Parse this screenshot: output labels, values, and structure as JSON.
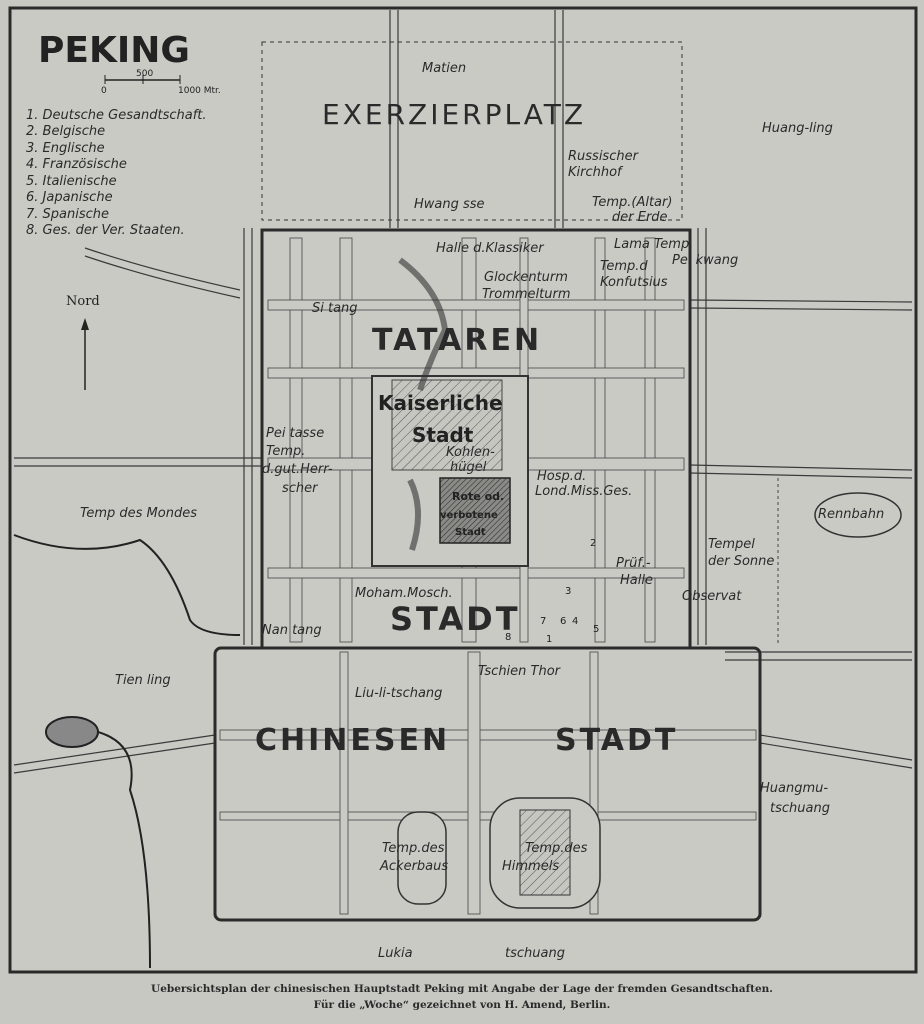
{
  "map": {
    "title": "PEKING",
    "scale": {
      "zero": "0",
      "mid": "500",
      "end": "1000 Mtr."
    },
    "north_label": "Nord",
    "legend": [
      "1. Deutsche Gesandtschaft.",
      "2. Belgische",
      "3. Englische",
      "4. Französische",
      "5. Italienische",
      "6. Japanische",
      "7. Spanische",
      "8. Ges. der Ver. Staaten."
    ],
    "labels": {
      "matien": "Matien",
      "exerzierplatz": "EXERZIERPLATZ",
      "huang_ling": "Huang-ling",
      "russischer": "Russischer",
      "kirchhof": "Kirchhof",
      "hwang_sse": "Hwang sse",
      "temp_altar": "Temp.(Altar)",
      "der_erde": "der Erde",
      "halle_klassiker": "Halle d.Klassiker",
      "lama_temp": "Lama Temp.",
      "pei_kwang": "Pei kwang",
      "temp_d": "Temp.d",
      "konfutsius": "Konfutsius",
      "glockenturm": "Glockenturm",
      "trommelturm": "Trommelturm",
      "si_tang": "Si tang",
      "tataren": "TATAREN",
      "kaiserliche": "Kaiserliche",
      "stadt_k": "Stadt",
      "peitasse": "Pei tasse",
      "temp_herr": "Temp.",
      "gut_herr": "d.gut.Herr-",
      "scher": "scher",
      "kohlen": "Kohlen-",
      "huegel": "hügel",
      "hosp": "Hosp.d.",
      "lond_miss": "Lond.Miss.Ges.",
      "rote": "Rote od.",
      "verbotene": "verbotene",
      "stadt_v": "Stadt",
      "temp_mondes": "Temp des Mondes",
      "rennbahn": "Rennbahn",
      "tempel": "Tempel",
      "der_sonne": "der Sonne",
      "pruef": "Prüf.-",
      "halle": "Halle",
      "moham": "Moham.Mosch.",
      "observat": "Observat",
      "stadt_t": "STADT",
      "nan_tang": "Nan tang",
      "tien_ling": "Tien ling",
      "tschien_thor": "Tschien Thor",
      "liu_li": "Liu-li-tschang",
      "chinesen": "CHINESEN",
      "stadt_c": "STADT",
      "huangmu": "Huangmu-",
      "tschuang_h": "tschuang",
      "temp_ackerbaus_1": "Temp.des",
      "temp_ackerbaus_2": "Ackerbaus",
      "temp_himmels_1": "Temp.des",
      "temp_himmels_2": "Himmels",
      "lukia": "Lukia",
      "tschuang_l": "tschuang"
    },
    "legation_numbers": [
      "1",
      "2",
      "3",
      "4",
      "5",
      "6",
      "7",
      "8"
    ]
  },
  "caption": {
    "line1": "Uebersichtsplan der chinesischen Hauptstadt Peking mit Angabe der Lage der fremden Gesandtschaften.",
    "line2": "Für die „Woche“ gezeichnet von H. Amend, Berlin."
  }
}
